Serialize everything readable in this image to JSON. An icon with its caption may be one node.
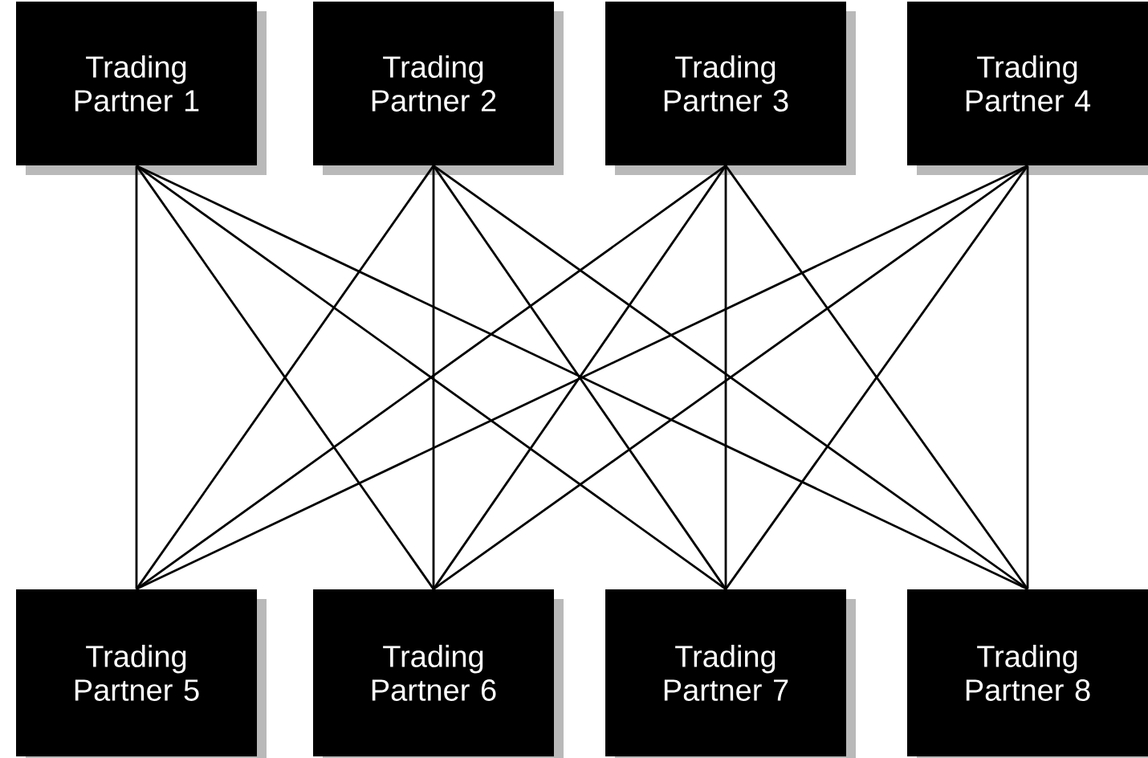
{
  "diagram": {
    "nodes": [
      {
        "text": [
          "Trading Partner 1"
        ]
      },
      {
        "text": [
          "Trading Partner 2"
        ]
      },
      {
        "text": [
          "Trading Partner 3"
        ]
      },
      {
        "text": [
          "Trading Partner 4"
        ]
      },
      {
        "text": [
          "Trading Partner 5"
        ]
      },
      {
        "text": [
          "Trading Partner 6"
        ]
      },
      {
        "text": [
          "Trading Partner 7"
        ]
      },
      {
        "text": [
          "Trading Partner 8"
        ]
      }
    ],
    "edges": [
      {
        "from": 0,
        "to": 4,
        "arrow": "none"
      },
      {
        "from": 0,
        "to": 5,
        "arrow": "none"
      },
      {
        "from": 0,
        "to": 6,
        "arrow": "none"
      },
      {
        "from": 0,
        "to": 7,
        "arrow": "none"
      },
      {
        "from": 1,
        "to": 4,
        "arrow": "none"
      },
      {
        "from": 1,
        "to": 5,
        "arrow": "none"
      },
      {
        "from": 1,
        "to": 6,
        "arrow": "none"
      },
      {
        "from": 1,
        "to": 7,
        "arrow": "none"
      },
      {
        "from": 2,
        "to": 4,
        "arrow": "none"
      },
      {
        "from": 2,
        "to": 5,
        "arrow": "none"
      },
      {
        "from": 2,
        "to": 6,
        "arrow": "none"
      },
      {
        "from": 2,
        "to": 7,
        "arrow": "none"
      },
      {
        "from": 3,
        "to": 4,
        "arrow": "none"
      },
      {
        "from": 3,
        "to": 5,
        "arrow": "none"
      },
      {
        "from": 3,
        "to": 6,
        "arrow": "none"
      },
      {
        "from": 3,
        "to": 7,
        "arrow": "none"
      }
    ]
  }
}
